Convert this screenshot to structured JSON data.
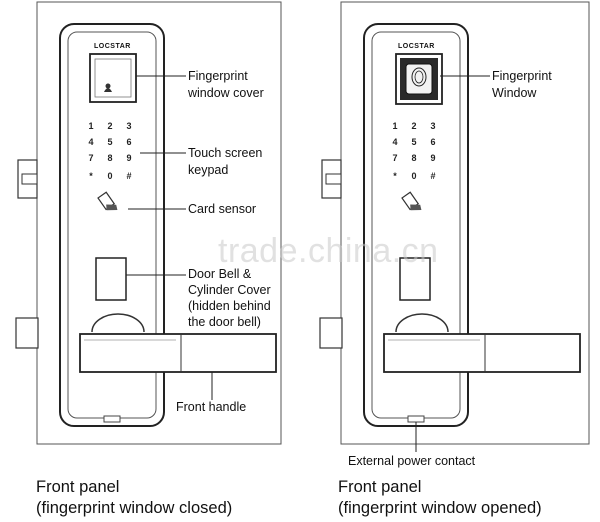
{
  "brand": "LOCSTAR",
  "watermark": "trade.china.cn",
  "left_panel": {
    "labels": {
      "fingerprint_cover": [
        "Fingerprint",
        "window cover"
      ],
      "touch_screen": [
        "Touch screen",
        "keypad"
      ],
      "card_sensor": "Card sensor",
      "door_bell": [
        "Door Bell &",
        "Cylinder Cover",
        "(hidden behind",
        "the door bell)"
      ],
      "front_handle": "Front handle"
    },
    "caption": [
      "Front panel",
      "(fingerprint window closed)"
    ]
  },
  "right_panel": {
    "labels": {
      "fingerprint_window": [
        "Fingerprint",
        "Window"
      ],
      "power_contact": "External power contact"
    },
    "caption": [
      "Front panel",
      "(fingerprint window opened)"
    ]
  },
  "keypad": [
    "1",
    "2",
    "3",
    "4",
    "5",
    "6",
    "7",
    "8",
    "9",
    "*",
    "0",
    "#"
  ]
}
